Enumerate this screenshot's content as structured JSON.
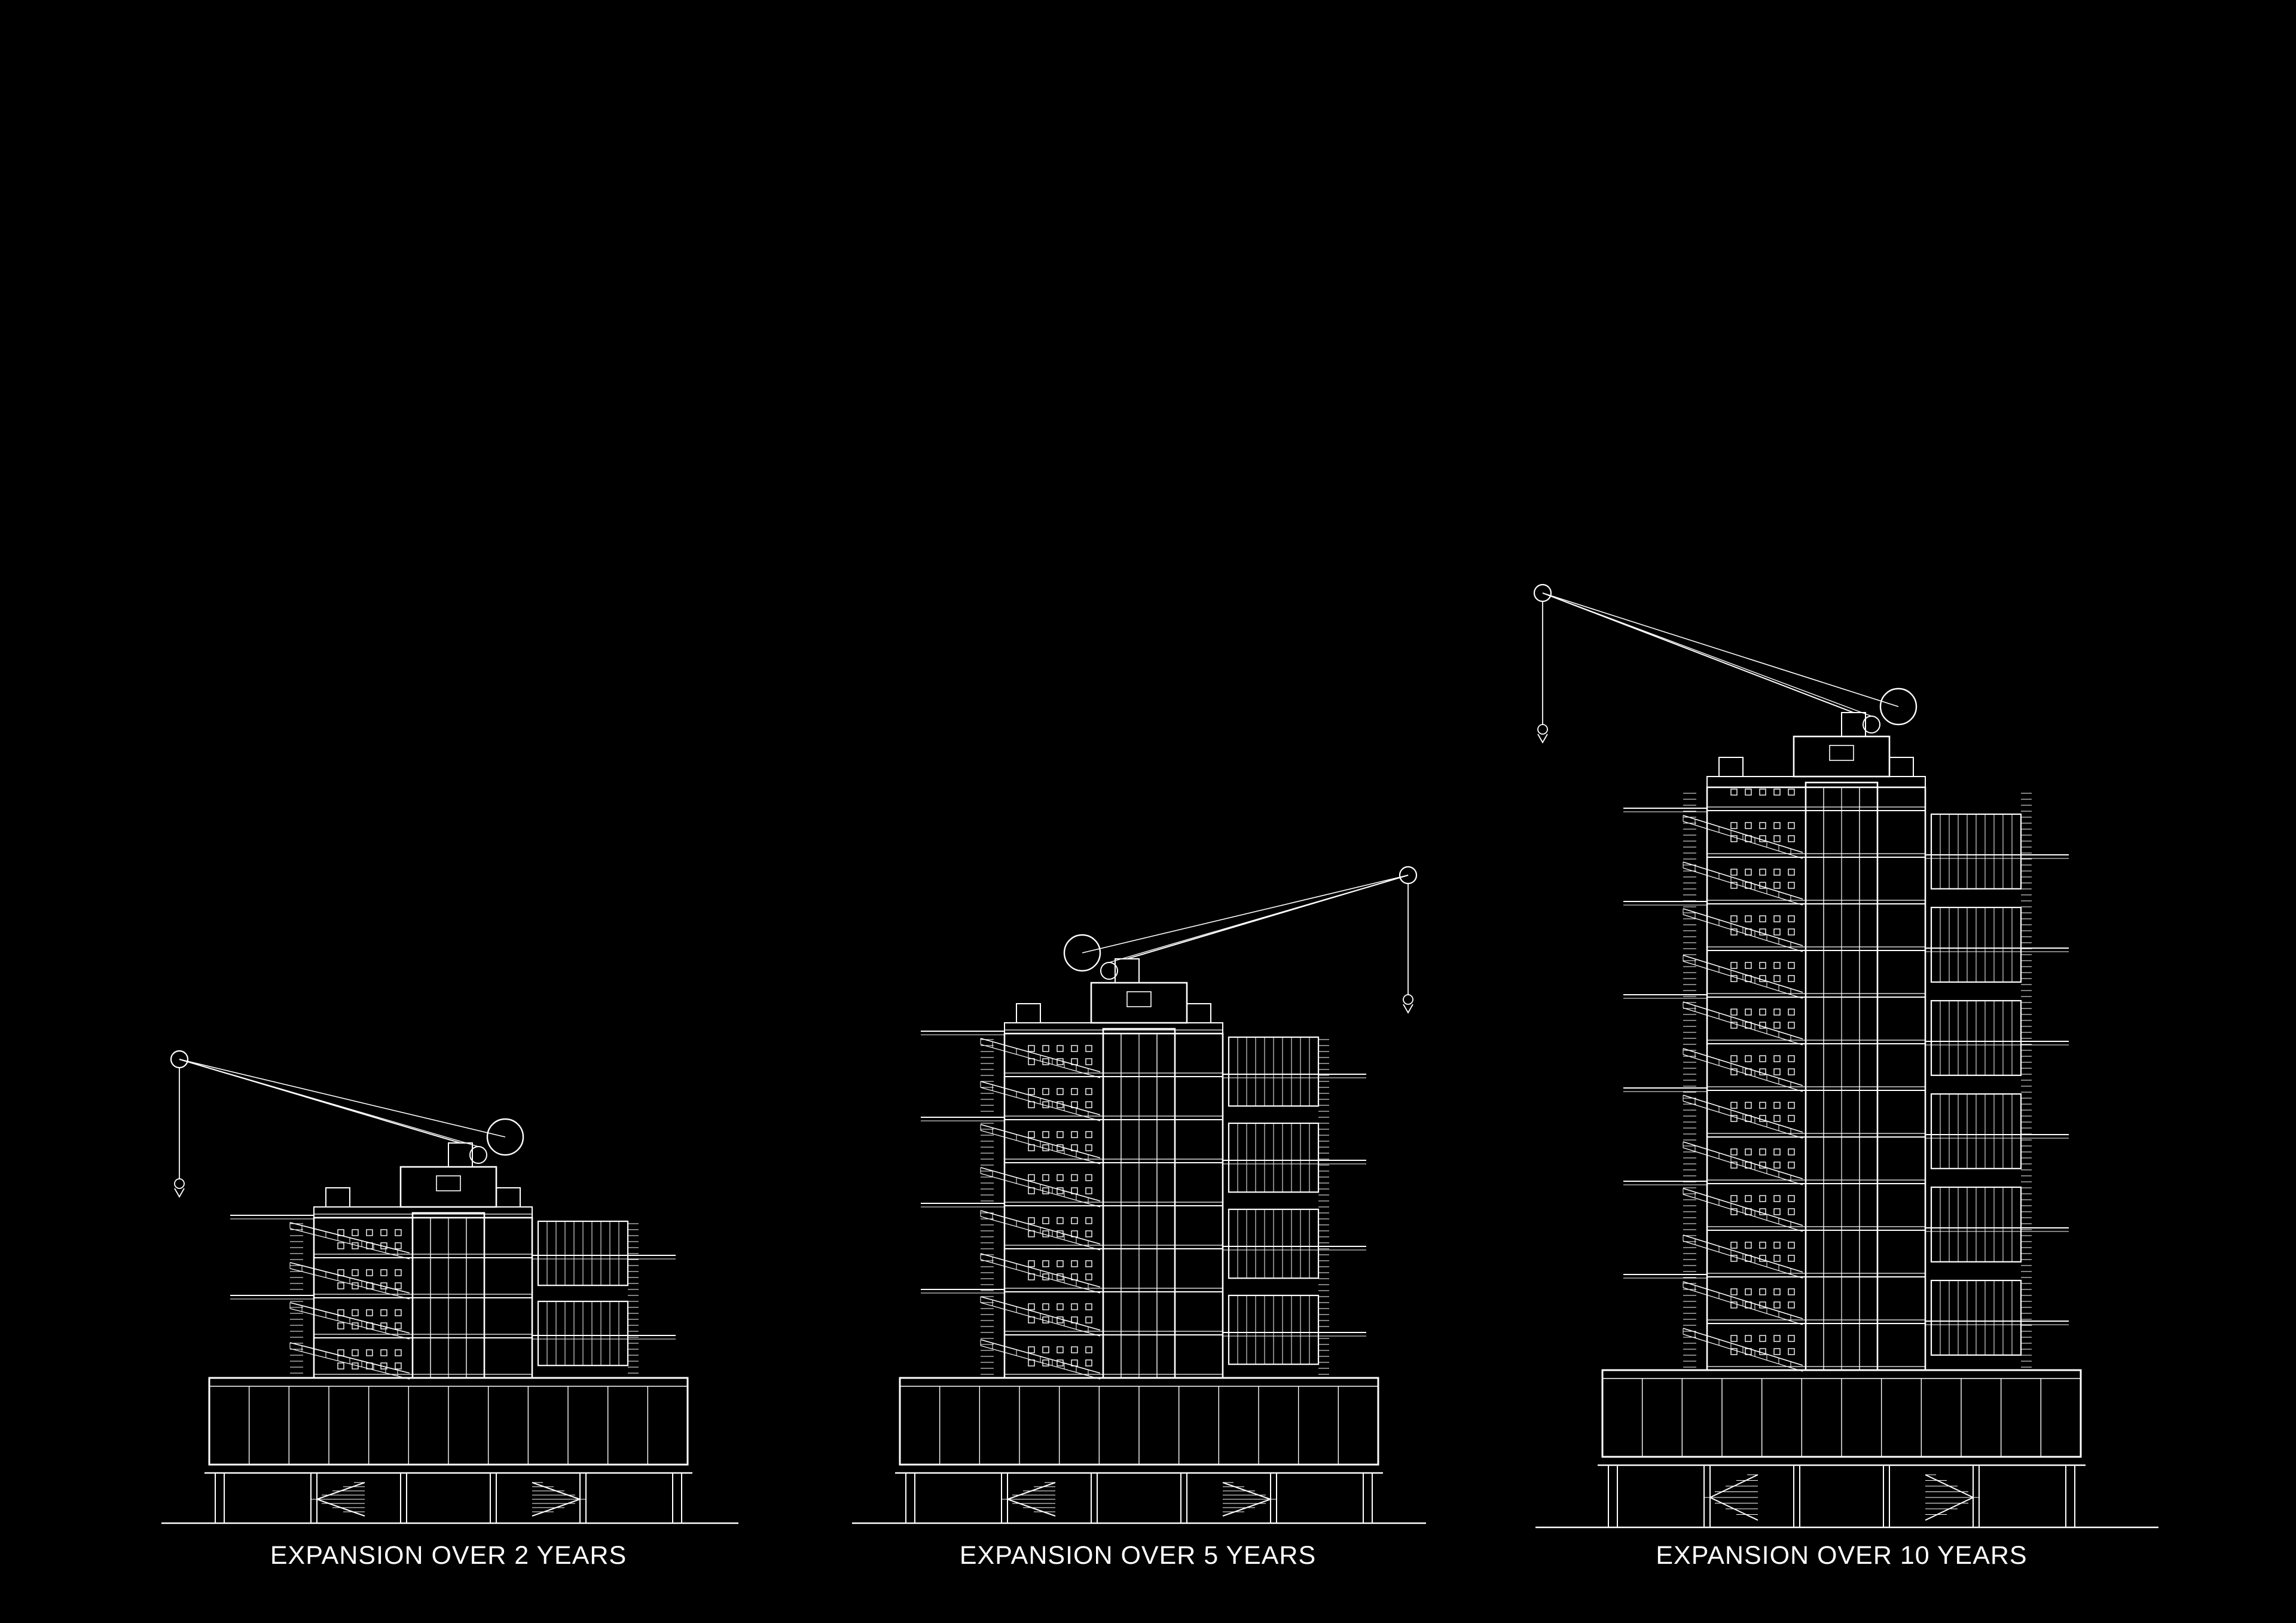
{
  "background": "#000000",
  "line_color": "#ffffff",
  "towers": [
    {
      "id": "tower-2-years",
      "caption": "EXPANSION OVER 2 YEARS",
      "floors": 8,
      "crane_facing": "left"
    },
    {
      "id": "tower-5-years",
      "caption": "EXPANSION OVER 5 YEARS",
      "floors": 16,
      "crane_facing": "right"
    },
    {
      "id": "tower-10-years",
      "caption": "EXPANSION OVER 10 YEARS",
      "floors": 25,
      "crane_facing": "left"
    }
  ]
}
